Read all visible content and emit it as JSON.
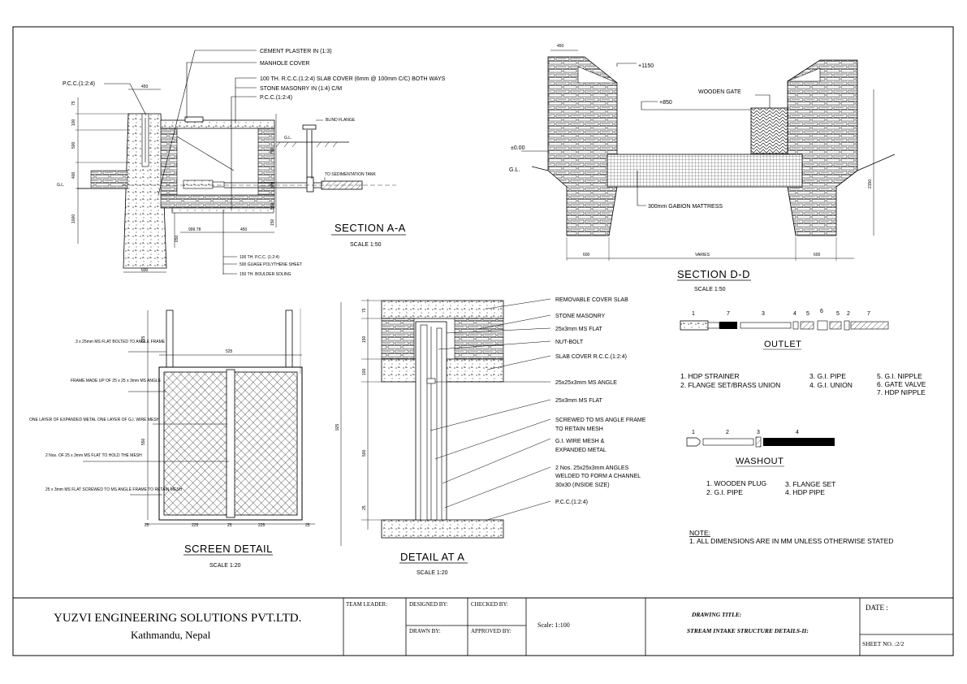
{
  "company": {
    "name": "YUZVI ENGINEERING SOLUTIONS PVT.LTD.",
    "location": "Kathmandu, Nepal"
  },
  "title_block": {
    "team_leader": "TEAM LEADER:",
    "designed_by": "DESIGNED BY:",
    "checked_by": "CHECKED BY:",
    "drawn_by": "DRAWN BY:",
    "approved_by": "APPROVED BY:",
    "scale": "Scale: 1:100",
    "drawing_title_label": "DRAWING TITLE:",
    "drawing_title": "STREAM INTAKE STRUCTURE DETAILS-II:",
    "date": "DATE :",
    "sheet_no": "SHEET NO. :2/2"
  },
  "section_aa": {
    "title": "SECTION A-A",
    "scale": "SCALE 1:50",
    "labels": [
      "CEMENT PLASTER IN (1:3)",
      "MANHOLE COVER",
      "100 TH. R.C.C.(1:2:4) SLAB COVER (6mm @ 100mm C/C) BOTH WAYS",
      "STONE MASONRY IN (1:4) C/M",
      "P.C.C.(1:2:4)"
    ],
    "left_label": "P.C.C.(1:2:4)",
    "blind_flange": "BLIND FLANGE",
    "gl_right": "G.L.",
    "gl_left": "G.L.",
    "to_tank": "TO SEDIMENTATION TANK",
    "bottom_labels": [
      "100 TH. P.C.C. (1:2:4)",
      "500 GUAGE POLYTHENE SHEET",
      "150 TH. BOULDER SOLING"
    ],
    "dims": {
      "top": "450",
      "bottom_a": "999.78",
      "bottom_b": "450",
      "overall": "600",
      "d75": "75",
      "d100": "100",
      "d500": "500",
      "d400": "400",
      "d1000": "1000",
      "d650": "650",
      "d700": "700",
      "d300": "300",
      "d150": "150",
      "d550": "550"
    }
  },
  "section_dd": {
    "title": "SECTION D-D",
    "scale": "SCALE 1:50",
    "wooden_gate": "WOODEN GATE",
    "gabion": "300mm GABION MATTRESS",
    "lvl_1150": "+1150",
    "lvl_850": "+850",
    "lvl_000": "±0.00",
    "gl": "G.L.",
    "dims": {
      "top": "450",
      "left": "600",
      "mid": "VARIES",
      "right": "600",
      "height": "2150"
    }
  },
  "screen_detail": {
    "title": "SCREEN DETAIL",
    "scale": "SCALE 1:20",
    "labels": [
      "3 x 25mm MS FLAT BOLTED TO ANGLE FRAME",
      "FRAME MADE UP OF 25 x 25 x 3mm MS ANGLE",
      "ONE LAYER OF EXPANDED METAL ONE LAYER OF G.I. WIRE MESH",
      "2 Nos. OF 25 x 3mm MS FLAT TO HOLD THE MESH",
      "25 x 3mm MS FLAT SCREWED TO MS ANGLE FRAME TO RETAIN MESH"
    ],
    "dims": {
      "top": "525",
      "h225": "225",
      "h550": "550",
      "b25a": "25",
      "b225a": "225",
      "b25b": "25",
      "b225b": "225",
      "b25c": "25"
    }
  },
  "detail_a": {
    "title": "DETAIL AT A",
    "scale": "SCALE 1:20",
    "labels": [
      "REMOVABLE COVER SLAB",
      "STONE MASONRY",
      "25x3mm MS FLAT",
      "NUT-BOLT",
      "SLAB COVER R.C.C.(1:2:4)",
      "25x25x3mm MS ANGLE",
      "25x3mm MS FLAT",
      "SCREWED TO MS ANGLE FRAME",
      "TO RETAIN MESH",
      "G.I. WIRE MESH &",
      "EXPANDED METAL",
      "2 Nos. 25x25x3mm ANGLES",
      "WELDED TO FORM A CHANNEL",
      "30x30 (INSIDE SIZE)",
      "P.C.C.(1:2:4)"
    ],
    "dims": {
      "overall": "925",
      "d75": "75",
      "d150": "150",
      "d100": "100",
      "d500": "500",
      "d25": "25"
    }
  },
  "outlet": {
    "title": "OUTLET",
    "numbers": [
      "1",
      "7",
      "3",
      "4",
      "5",
      "6",
      "5",
      "2",
      "7"
    ],
    "legend": [
      "1. HDP STRAINER",
      "2. FLANGE SET/BRASS UNION",
      "3. G.I. PIPE",
      "4. G.I. UNION",
      "5. G.I. NIPPLE",
      "6. GATE VALVE",
      "7. HDP NIPPLE"
    ]
  },
  "washout": {
    "title": "WASHOUT",
    "numbers": [
      "1",
      "2",
      "3",
      "4"
    ],
    "legend": [
      "1. WOODEN PLUG",
      "2. G.I. PIPE",
      "3. FLANGE SET",
      "4. HDP PIPE"
    ]
  },
  "note": {
    "heading": "NOTE:",
    "text": "1. ALL DIMENSIONS ARE IN MM UNLESS OTHERWISE STATED"
  }
}
